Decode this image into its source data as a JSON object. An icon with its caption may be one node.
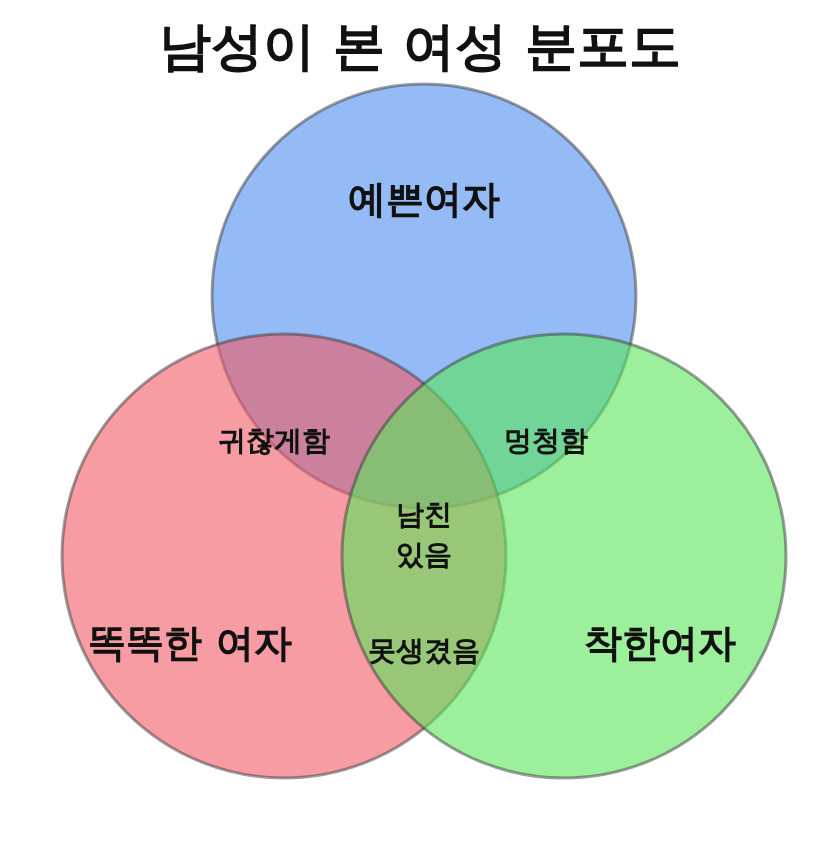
{
  "diagram": {
    "title": "남성이 본 여성 분포도",
    "nodes": [
      {
        "text": [
          "예쁜여자"
        ]
      },
      {
        "text": [
          "똑똑한 여자"
        ]
      },
      {
        "text": [
          "착한여자"
        ]
      }
    ],
    "labels": [
      "귀찮게함",
      "멍청함",
      "남친 있음",
      "못생겼음"
    ]
  }
}
